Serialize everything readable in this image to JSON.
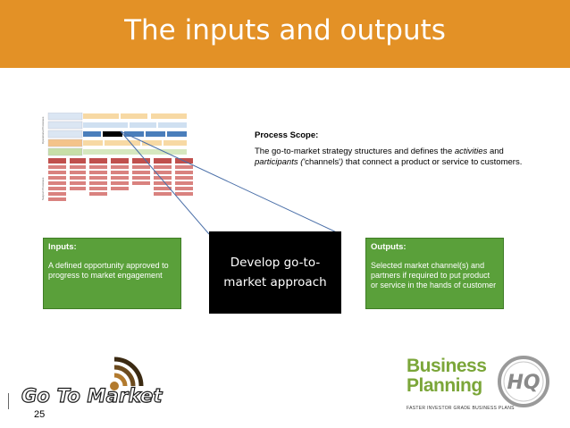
{
  "slide": {
    "title": "The inputs and outputs",
    "page_number": "25"
  },
  "process_scope": {
    "heading": "Process Scope:",
    "text_1": "The go-to-market strategy structures and defines the ",
    "text_italic_1": "activities",
    "text_2": " and ",
    "text_italic_2": "participants ('",
    "text_3": "channels'",
    "text_italic_3": ")",
    "text_4": " that connect a product or service to customers."
  },
  "inputs": {
    "heading": "Inputs:",
    "text": "A defined opportunity approved to progress to market engagement"
  },
  "center": {
    "line1": "Develop go-to-",
    "line2": "market approach"
  },
  "outputs": {
    "heading": "Outputs:",
    "text": "Selected  market channel(s) and partners if required to put product or service in the hands of customer"
  },
  "logos": {
    "left_name": "Go To Market",
    "right_name": "Business Planning",
    "right_line1": "Business",
    "right_line2": "Planning",
    "right_badge": "HQ",
    "right_tagline": "FASTER INVESTOR GRADE BUSINESS PLANS"
  },
  "colors": {
    "title_bar": "#e39126",
    "box_green": "#5aa03a",
    "center_box": "#000000",
    "connector": "#4a6fa8"
  }
}
